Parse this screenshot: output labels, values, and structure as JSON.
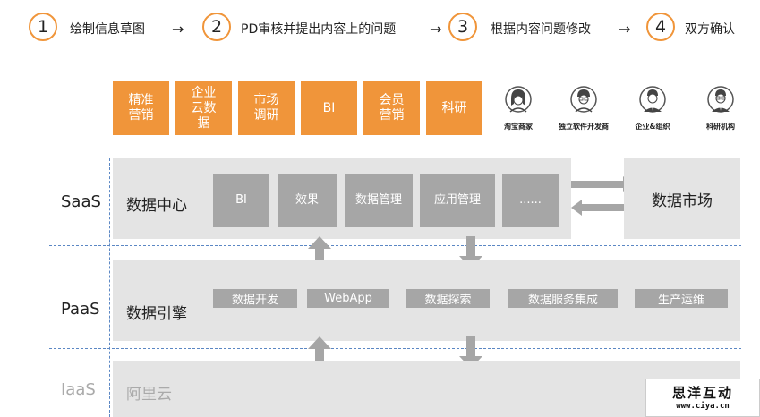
{
  "process": {
    "steps": [
      {
        "number": "1",
        "label": "绘制信息草图"
      },
      {
        "number": "2",
        "label": "PD审核并提出内容上的问题"
      },
      {
        "number": "3",
        "label": "根据内容问题修改"
      },
      {
        "number": "4",
        "label": "双方确认"
      }
    ],
    "arrow": "→"
  },
  "apps": [
    "精准营销",
    "企业云数据",
    "市场调研",
    "BI",
    "会员营销",
    "科研"
  ],
  "personas": [
    "淘宝商家",
    "独立软件开发商",
    "企业&组织",
    "科研机构"
  ],
  "layers": {
    "saas": {
      "name": "SaaS",
      "title": "数据中心",
      "modules": [
        "BI",
        "效果",
        "数据管理",
        "应用管理",
        "......"
      ]
    },
    "paas": {
      "name": "PaaS",
      "title": "数据引擎",
      "modules": [
        "数据开发",
        "WebApp",
        "数据探索",
        "数据服务集成",
        "生产运维"
      ]
    },
    "iaas": {
      "name": "IaaS",
      "title": "阿里云"
    }
  },
  "market": "数据市场",
  "watermark": {
    "title": "思洋互动",
    "url": "www.ciya.cn"
  },
  "colors": {
    "accent": "#f0953a",
    "layer": "#e4e4e4",
    "module": "#a6a6a6",
    "arrow": "#a6a6a6",
    "dash": "#5b87c4"
  }
}
